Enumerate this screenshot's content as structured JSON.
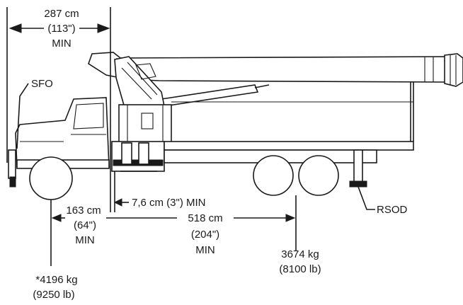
{
  "dimensions": {
    "front_clearance": {
      "cm": "287 cm",
      "inch": "(113\")",
      "qualifier": "MIN"
    },
    "gap": {
      "text": "7,6 cm (3\") MIN"
    },
    "front_axle_to_turret": {
      "cm": "163 cm",
      "inch": "(64\")",
      "qualifier": "MIN"
    },
    "turret_to_rear_axle": {
      "cm": "518 cm",
      "inch": "(204\")",
      "qualifier": "MIN"
    }
  },
  "weights": {
    "front_axle": {
      "kg": "*4196 kg",
      "lb": "(9250 lb)"
    },
    "rear_axle": {
      "kg": "3674 kg",
      "lb": "(8100 lb)"
    }
  },
  "callouts": {
    "front_outrigger": "SFO",
    "rear_outrigger": "RSOD"
  },
  "colors": {
    "ink": "#1a1a1a",
    "background": "#ffffff"
  }
}
